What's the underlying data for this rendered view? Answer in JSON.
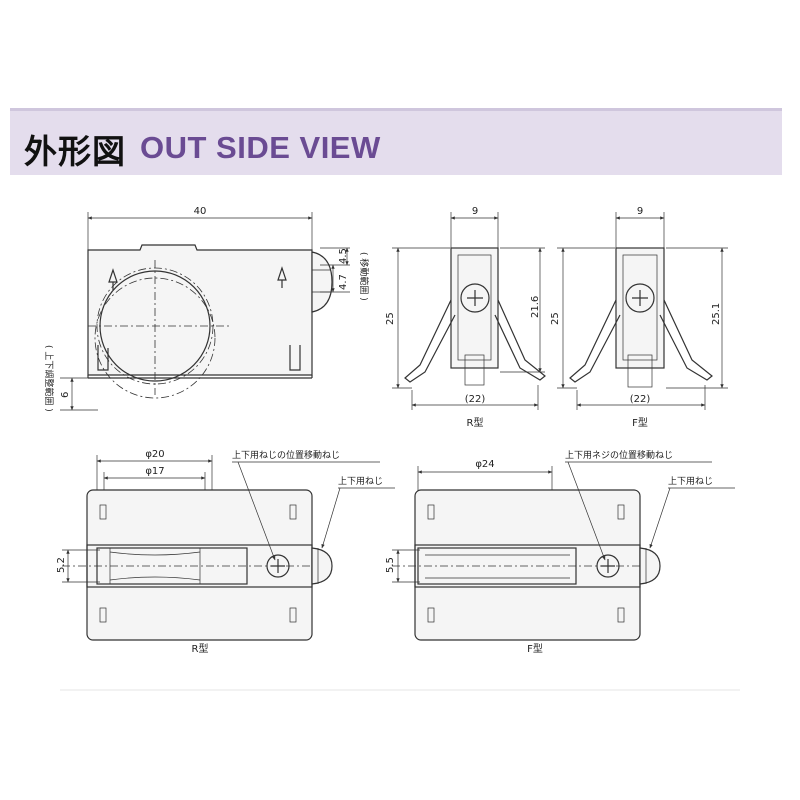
{
  "header": {
    "title_jp": "外形図",
    "title_en": "OUT SIDE VIEW",
    "accent_color": "#6a4b93",
    "band_color": "#e4dded"
  },
  "side_view": {
    "dim_width": "40",
    "dim_move_a": "4.7",
    "dim_move_b": "4.5",
    "move_range_label": "( 移動範囲 )",
    "dim_adjust": "6",
    "adjust_range_label": "( 上下調整範囲 )"
  },
  "end_view_r": {
    "dim_top": "9",
    "dim_left": "25",
    "dim_right": "21.6",
    "dim_bottom": "(22)",
    "label": "R型"
  },
  "end_view_f": {
    "dim_top": "9",
    "dim_left": "25",
    "dim_right": "25.1",
    "dim_bottom": "(22)",
    "label": "F型"
  },
  "top_view_r": {
    "dim_outer": "φ20",
    "dim_inner": "φ17",
    "dim_side": "5.2",
    "callout_screw_position": "上下用ねじの位置移動ねじ",
    "callout_screw": "上下用ねじ",
    "label": "R型"
  },
  "top_view_f": {
    "dim_outer": "φ24",
    "dim_side": "5.5",
    "callout_screw_position": "上下用ネジの位置移動ねじ",
    "callout_screw": "上下用ねじ",
    "label": "F型"
  }
}
